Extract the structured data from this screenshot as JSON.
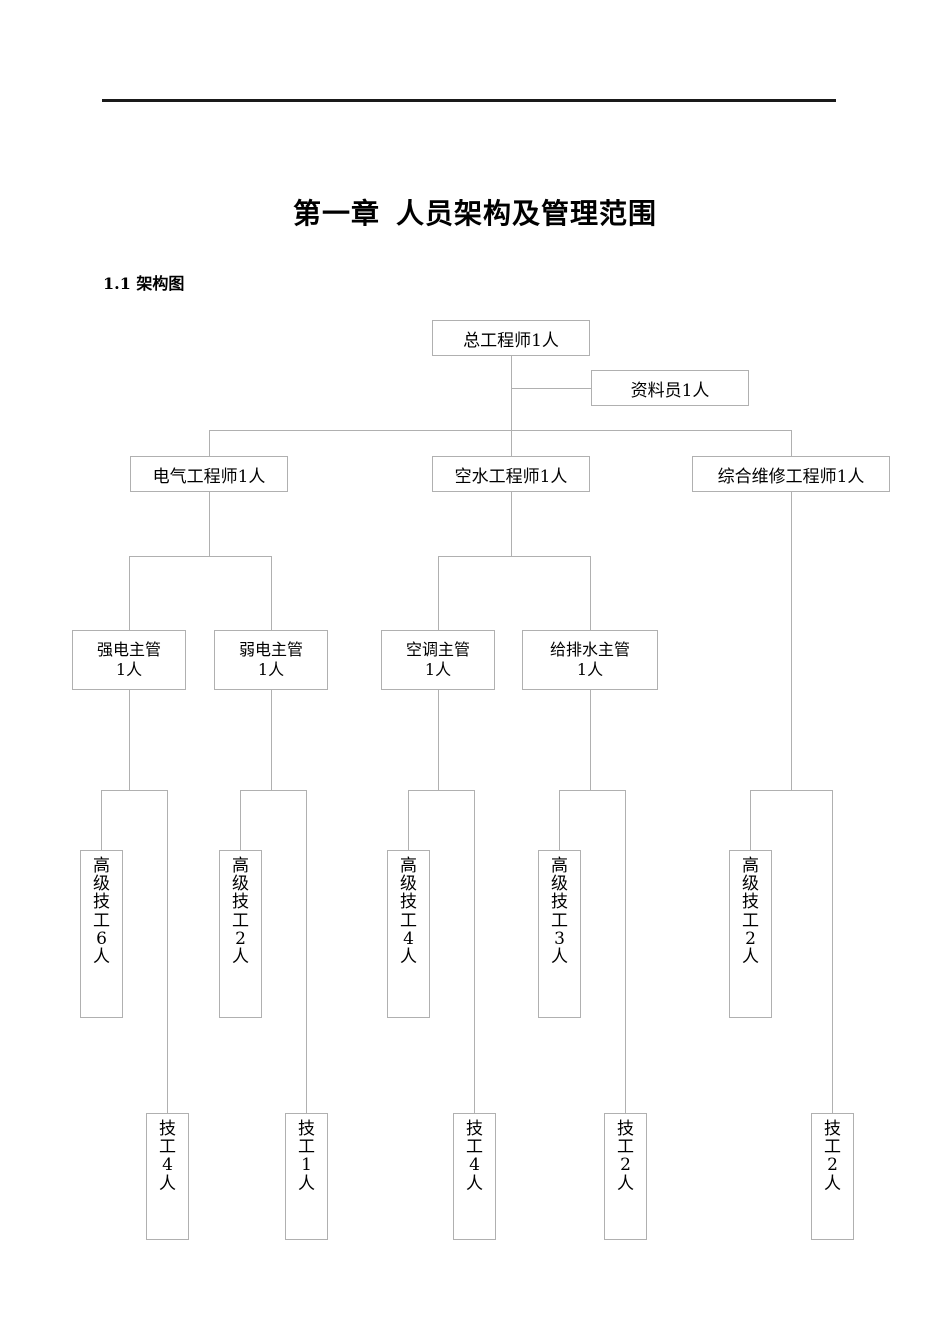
{
  "document": {
    "title_part1": "第一章",
    "title_part2": "人员架构及管理范围",
    "section_heading": "1.1 架构图"
  },
  "org_chart": {
    "root": {
      "label": "总工程师1人"
    },
    "staff": {
      "label": "资料员1人"
    },
    "engineers": [
      {
        "label": "电气工程师1人"
      },
      {
        "label": "空水工程师1人"
      },
      {
        "label": "综合维修工程师1人"
      }
    ],
    "supervisors": [
      {
        "line1": "强电主管",
        "line2": "1人"
      },
      {
        "line1": "弱电主管",
        "line2": "1人"
      },
      {
        "line1": "空调主管",
        "line2": "1人"
      },
      {
        "line1": "给排水主管",
        "line2": "1人"
      }
    ],
    "senior_technicians": [
      {
        "chars": [
          "高",
          "级",
          "技",
          "工",
          "6",
          "人"
        ]
      },
      {
        "chars": [
          "高",
          "级",
          "技",
          "工",
          "2",
          "人"
        ]
      },
      {
        "chars": [
          "高",
          "级",
          "技",
          "工",
          "4",
          "人"
        ]
      },
      {
        "chars": [
          "高",
          "级",
          "技",
          "工",
          "3",
          "人"
        ]
      },
      {
        "chars": [
          "高",
          "级",
          "技",
          "工",
          "2",
          "人"
        ]
      }
    ],
    "technicians": [
      {
        "chars": [
          "技",
          "工",
          "4",
          "人"
        ]
      },
      {
        "chars": [
          "技",
          "工",
          "1",
          "人"
        ]
      },
      {
        "chars": [
          "技",
          "工",
          "4",
          "人"
        ]
      },
      {
        "chars": [
          "技",
          "工",
          "2",
          "人"
        ]
      },
      {
        "chars": [
          "技",
          "工",
          "2",
          "人"
        ]
      }
    ]
  },
  "colors": {
    "box_border": "#b0b0b0",
    "connector": "#b0b0b0",
    "header_rule": "#1a1a1a",
    "text": "#000000"
  }
}
